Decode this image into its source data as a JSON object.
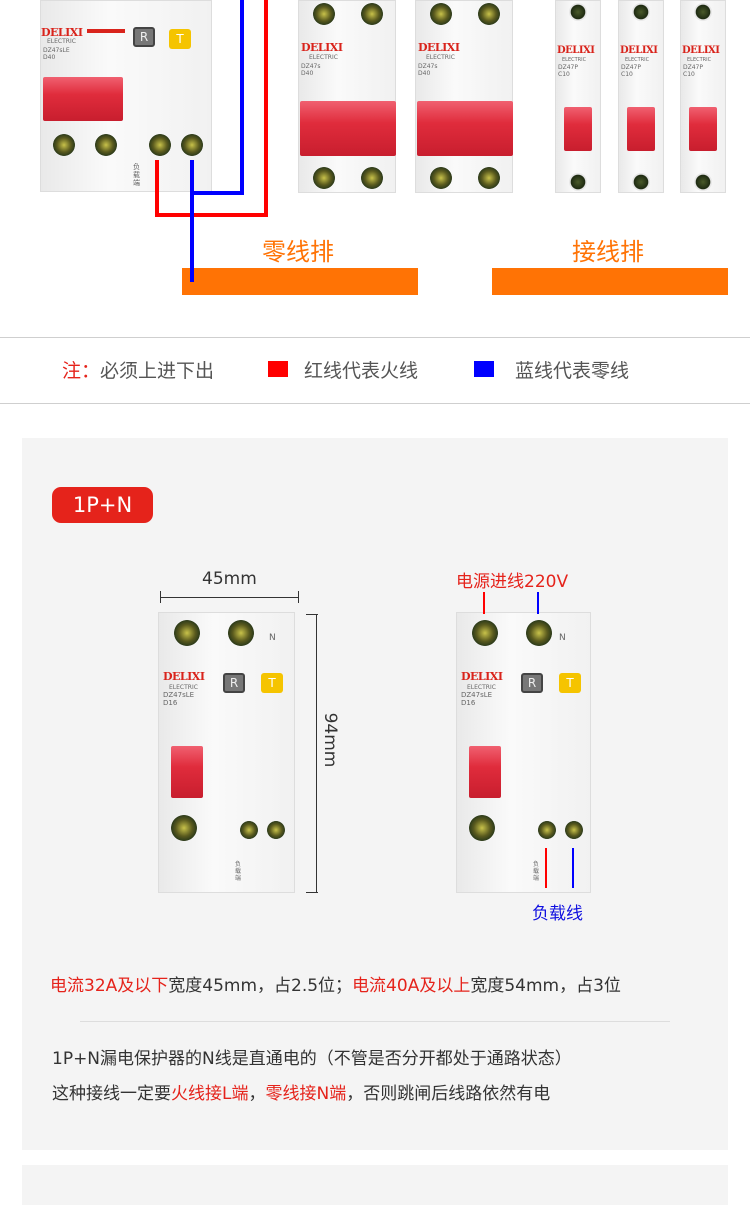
{
  "top_diagram": {
    "breakers": [
      {
        "brand": "DELIXI",
        "sub": "ELECTRIC",
        "model": "DZ47sLE",
        "rating": "D40"
      },
      {
        "brand": "DELIXI",
        "sub": "ELECTRIC",
        "model": "DZ47s",
        "rating": "D40"
      },
      {
        "brand": "DELIXI",
        "sub": "ELECTRIC",
        "model": "DZ47s",
        "rating": "D40"
      },
      {
        "brand": "DELIXI",
        "sub": "ELECTRIC",
        "model": "DZ47P",
        "rating": "C10"
      },
      {
        "brand": "DELIXI",
        "sub": "ELECTRIC",
        "model": "DZ47P",
        "rating": "C10"
      },
      {
        "brand": "DELIXI",
        "sub": "ELECTRIC",
        "model": "DZ47P",
        "rating": "C10"
      }
    ],
    "reset_label": "R",
    "test_label": "T",
    "load_side_label": "负载端",
    "neutral_bar_label": "零线排",
    "terminal_bar_label": "接线排"
  },
  "legend": {
    "note_prefix": "注：",
    "note_text": "必须上进下出",
    "red_text": "红线代表火线",
    "blue_text": "蓝线代表零线",
    "colors": {
      "red": "#ff0000",
      "blue": "#0000ff",
      "accent": "#e5231b",
      "orange": "#ff7305"
    }
  },
  "section": {
    "badge": "1P+N",
    "width_label": "45mm",
    "height_label": "94mm",
    "power_in_label": "电源进线220V",
    "load_line_label": "负载线",
    "breaker": {
      "brand": "DELIXI",
      "sub": "ELECTRIC",
      "model": "DZ47sLE",
      "rating": "D16",
      "neutral": "N",
      "reset": "R",
      "test": "T",
      "load": "负载端"
    },
    "spec_line": {
      "part1": "电流32A及以下",
      "part2": "宽度45mm，占2.5位；",
      "part3": "电流40A及以上",
      "part4": "宽度54mm，占3位"
    },
    "para_line1": "1P+N漏电保护器的N线是直通电的（不管是否分开都处于通路状态）",
    "para_line2": {
      "part1": "这种接线一定要",
      "part2": "火线接L端",
      "part3": "，",
      "part4": "零线接N端",
      "part5": "，否则跳闸后线路依然有电"
    }
  }
}
